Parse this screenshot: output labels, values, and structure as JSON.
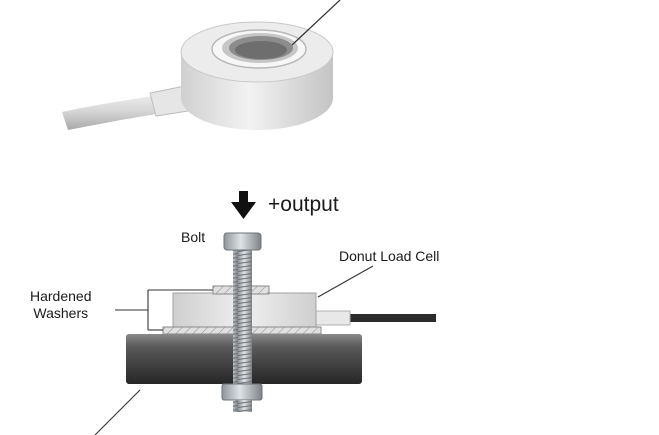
{
  "labels": {
    "output": "+output",
    "bolt": "Bolt",
    "donut_load_cell": "Donut Load Cell",
    "hardened_line1": "Hardened",
    "hardened_line2": "Washers"
  },
  "colors": {
    "cell_body": "#e4e4e4",
    "cell_shadow": "#c9c9c9",
    "cable_jacket": "#dcdcdc",
    "cable_black": "#2b2b2b",
    "beam_dark": "#3b3b3b",
    "bolt_steel": "#b8bcc0",
    "leader_line": "#555555",
    "arrow": "#111111"
  },
  "icons": {
    "force_arrow": "arrow-down-icon"
  }
}
